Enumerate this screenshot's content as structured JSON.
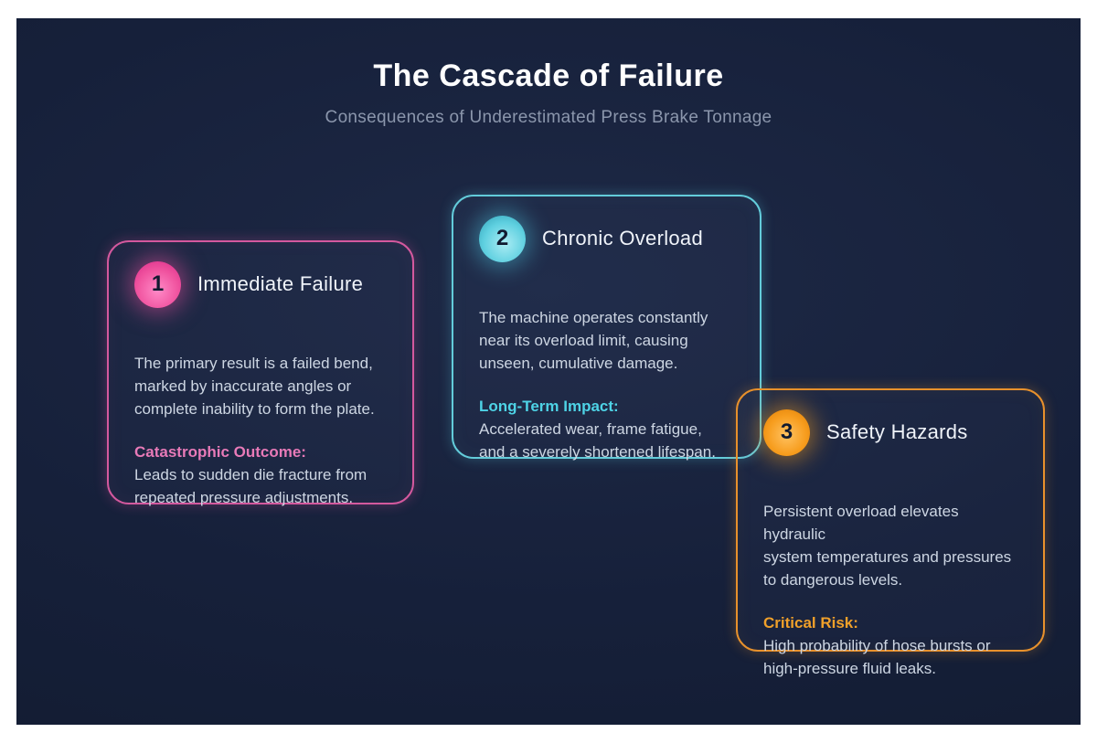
{
  "header": {
    "title": "The Cascade of Failure",
    "subtitle": "Consequences of Underestimated Press Brake Tonnage"
  },
  "cards": [
    {
      "number": "1",
      "title": "Immediate Failure",
      "body": "The primary result is a failed bend,\nmarked by inaccurate angles or\ncomplete inability to form the plate.",
      "label": "Catastrophic Outcome:",
      "detail": "Leads to sudden die fracture from\nrepeated pressure adjustments.",
      "accent_color": "#e0559f"
    },
    {
      "number": "2",
      "title": "Chronic Overload",
      "body": "The machine operates constantly\nnear its overload limit, causing\nunseen, cumulative damage.",
      "label": "Long-Term Impact:",
      "detail": "Accelerated wear, frame fatigue,\nand a severely shortened lifespan.",
      "accent_color": "#5fd0e0"
    },
    {
      "number": "3",
      "title": "Safety Hazards",
      "body": "Persistent overload elevates hydraulic\nsystem temperatures and pressures\nto dangerous levels.",
      "label": "Critical Risk:",
      "detail": "High probability of hose bursts or\nhigh-pressure fluid leaks.",
      "accent_color": "#f09a1f"
    }
  ],
  "theme": {
    "page_margin_color": "#ffffff",
    "canvas_bg_color": "#16203a",
    "title_color": "#ffffff",
    "subtitle_color": "#8b96ac",
    "body_text_color": "#cdd6e3",
    "pink": "#e0559f",
    "cyan": "#5fd0e0",
    "orange": "#f09a1f"
  }
}
